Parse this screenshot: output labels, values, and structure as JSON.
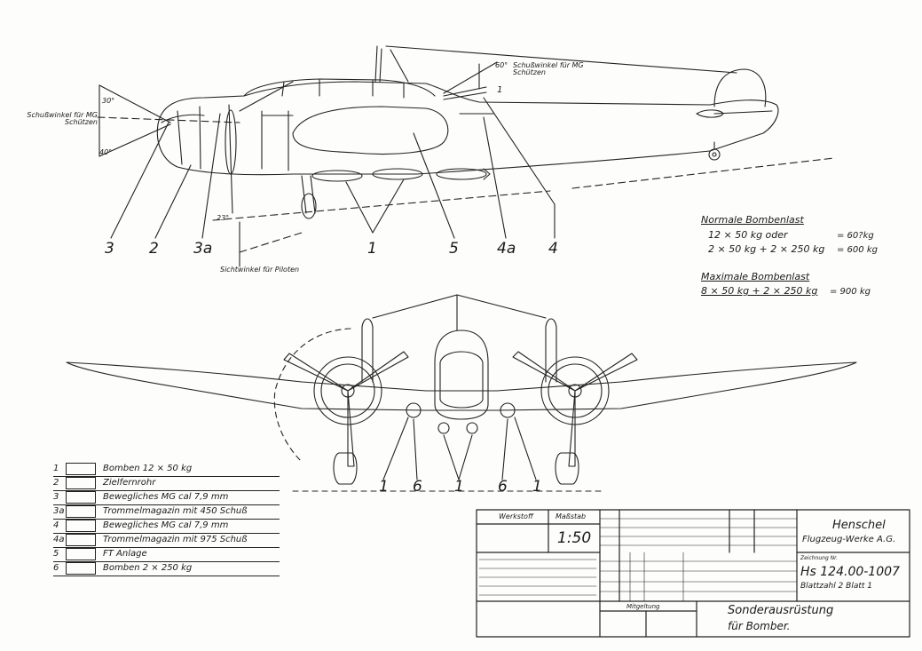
{
  "side_view": {
    "angle_notes": {
      "gunner": "Schußwinkel für MG Schützen",
      "gunner_deg": "60°",
      "nose_gunner": "Schußwinkel für MG Schützen",
      "nose_up_deg": "30°",
      "nose_down_deg": "40°",
      "pilot": "Sichtwinkel für Piloten",
      "pilot_deg": "23°"
    },
    "callouts": {
      "c3": "3",
      "c2": "2",
      "c3a": "3a",
      "c1": "1",
      "c5": "5",
      "c4a": "4a",
      "c4": "4",
      "c1_tail": "1"
    }
  },
  "bomb_loads": {
    "normal_title": "Normale Bombenlast",
    "normal_line1": "12 × 50 kg   oder",
    "normal_line1_total": "= 60?kg",
    "normal_line2": "2 × 50 kg   +   2 × 250 kg",
    "normal_line2_total": "= 600 kg",
    "max_title": "Maximale Bombenlast",
    "max_line": "8 × 50 kg + 2 × 250 kg",
    "max_total": "= 900 kg"
  },
  "front_view": {
    "callouts": [
      "1",
      "6",
      "1",
      "6",
      "1"
    ]
  },
  "legend": [
    {
      "num": "1",
      "text": "Bomben   12 × 50 kg"
    },
    {
      "num": "2",
      "text": "Zielfernrohr"
    },
    {
      "num": "3",
      "text": "Bewegliches MG cal 7,9 mm"
    },
    {
      "num": "3a",
      "text": "Trommelmagazin mit 450 Schuß"
    },
    {
      "num": "4",
      "text": "Bewegliches MG cal 7,9 mm"
    },
    {
      "num": "4a",
      "text": "Trommelmagazin mit 975 Schuß"
    },
    {
      "num": "5",
      "text": "FT Anlage"
    },
    {
      "num": "6",
      "text": "Bomben   2 × 250 kg"
    }
  ],
  "title_block": {
    "werkstoff_label": "Werkstoff",
    "massstab_label": "Maßstab",
    "scale": "1:50",
    "company_line1": "Henschel",
    "company_line2": "Flugzeug-Werke A.G.",
    "zeichnung_label": "Zeichnung Nr.",
    "drawing_number": "Hs 124.00-1007",
    "sheet_info": "Blattzahl 2   Blatt 1",
    "mitgeltung_label": "Mitgeltung",
    "title_line1": "Sonderausrüstung",
    "title_line2": "für Bomber."
  },
  "colors": {
    "ink": "#1a1a1a",
    "paper": "#fdfdfb"
  }
}
